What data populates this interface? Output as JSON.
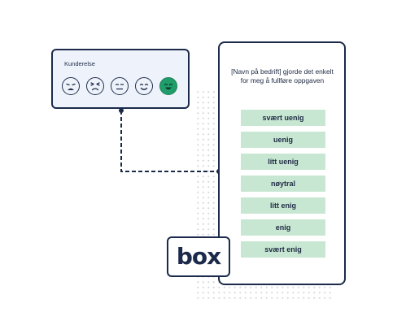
{
  "emoji_widget": {
    "title": "Kunderelse",
    "faces": [
      {
        "icon": "crying-face-icon",
        "selected": false
      },
      {
        "icon": "frustrated-face-icon",
        "selected": false
      },
      {
        "icon": "neutral-face-icon",
        "selected": false
      },
      {
        "icon": "smiling-face-icon",
        "selected": false
      },
      {
        "icon": "laughing-face-icon",
        "selected": true
      }
    ],
    "selected_color": "#1f9e6b"
  },
  "survey": {
    "question": "[Navn på bedrift] gjorde det enkelt for meg å fullføre oppgaven",
    "options": [
      "svært uenig",
      "uenig",
      "litt uenig",
      "nøytral",
      "litt enig",
      "enig",
      "svært enig"
    ],
    "option_color": "#c8e7d2"
  },
  "brand": {
    "logo_text": "box",
    "outline_color": "#1b2a4a"
  }
}
